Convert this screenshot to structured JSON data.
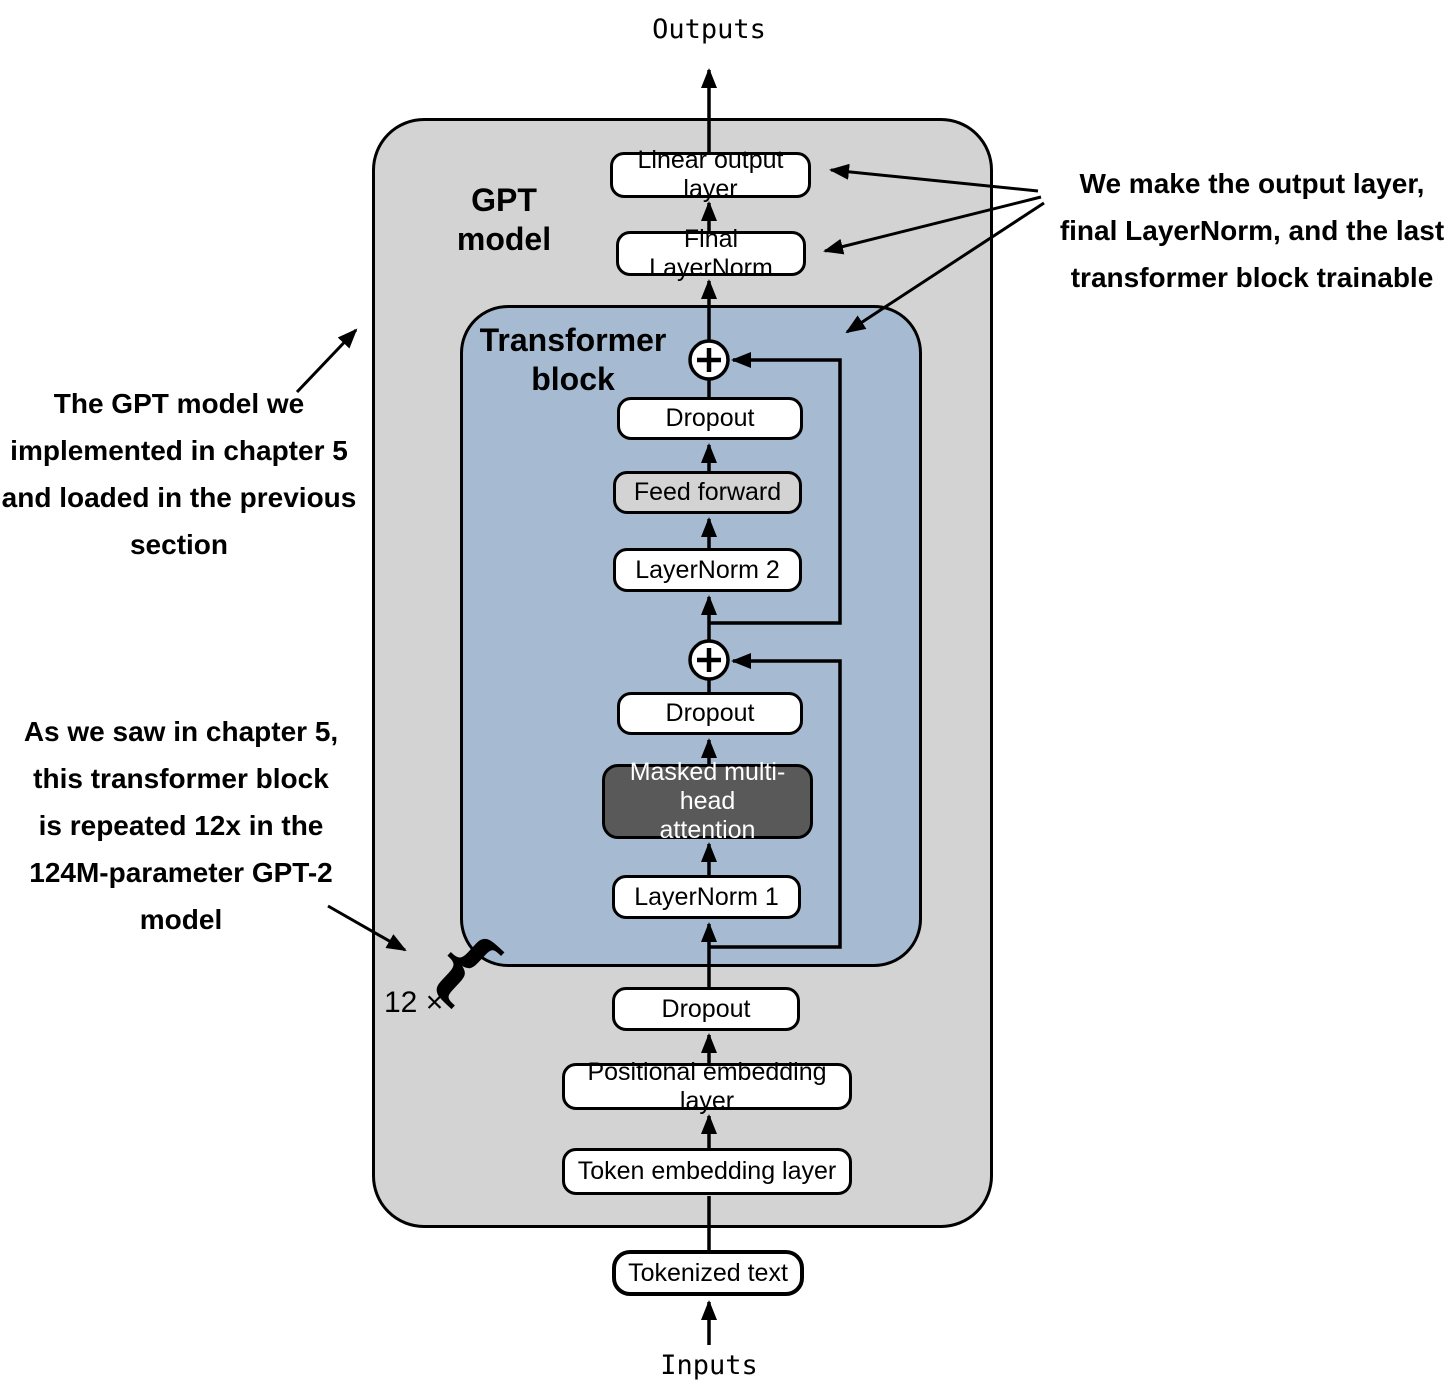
{
  "labels": {
    "outputs": "Outputs",
    "inputs": "Inputs",
    "gpt_model": "GPT\nmodel",
    "transformer_block": "Transformer\nblock",
    "repeat_count": "12 ×"
  },
  "nodes": {
    "linear_output": "Linear output layer",
    "final_layernorm": "Final LayerNorm",
    "dropout_top": "Dropout",
    "feed_forward": "Feed forward",
    "layernorm_2": "LayerNorm 2",
    "dropout_mid": "Dropout",
    "masked_attention": "Masked multi-head\nattention",
    "layernorm_1": "LayerNorm 1",
    "dropout_bottom": "Dropout",
    "positional_embedding": "Positional embedding layer",
    "token_embedding": "Token embedding layer",
    "tokenized_text": "Tokenized text"
  },
  "annotations": {
    "gpt_note": "The GPT model we\nimplemented in chapter 5\nand loaded in the previous\nsection",
    "repeat_note": "As we saw in chapter 5,\nthis transformer block\nis repeated 12x in the\n124M-parameter GPT-2\nmodel",
    "trainable_note": "We make the output layer,\nfinal LayerNorm, and the last\ntransformer block trainable"
  },
  "icons": {
    "plus_icon": "+",
    "repeat_brace_icon": "{"
  },
  "colors": {
    "background": "#ffffff",
    "gpt_box_fill": "#d3d3d3",
    "transformer_block_fill": "#a6bad1",
    "feed_forward_fill": "#d3d3d3",
    "attention_box_fill": "#595959",
    "attention_text": "#ffffff",
    "box_fill": "#ffffff",
    "line_and_border": "#000000",
    "text": "#000000"
  }
}
